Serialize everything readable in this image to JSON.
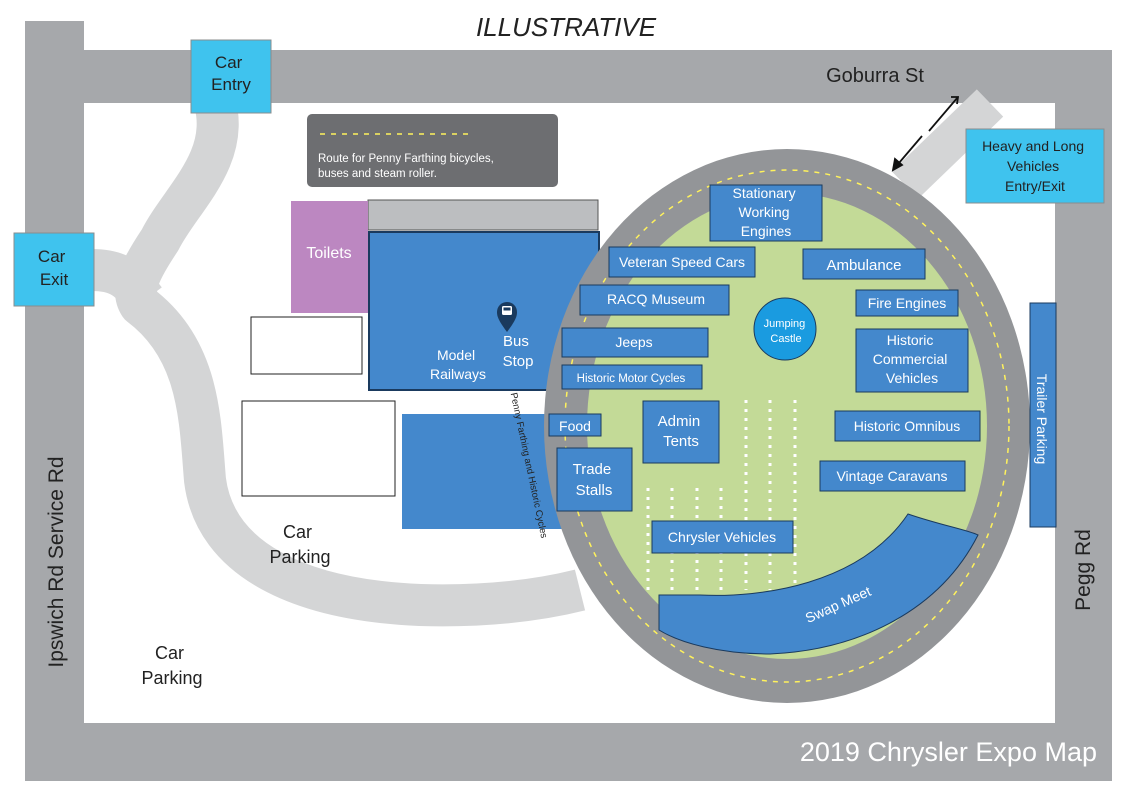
{
  "title": "2019 Chrysler Expo Map",
  "illustrative_label": "ILLUSTRATIVE",
  "roads": {
    "goburra": "Goburra St",
    "ipswich": "Ipswich Rd Service Rd",
    "pegg": "Pegg Rd"
  },
  "gates": {
    "car_entry": [
      "Car",
      "Entry"
    ],
    "car_exit": [
      "Car",
      "Exit"
    ],
    "heavy": [
      "Heavy and Long",
      "Vehicles",
      "Entry/Exit"
    ]
  },
  "legend": {
    "lines": [
      "Route for Penny Farthing bicycles,",
      "buses and steam roller."
    ]
  },
  "areas": {
    "toilets": "Toilets",
    "model_railways": [
      "Model",
      "Railways"
    ],
    "bus_stop": [
      "Bus",
      "Stop"
    ],
    "car_parking_1": [
      "Car",
      "Parking"
    ],
    "car_parking_2": [
      "Car",
      "Parking"
    ],
    "trailer_parking": "Trailer Parking",
    "track_label": "Penny Farthing and Historic Cycles"
  },
  "exhibits": {
    "stationary": [
      "Stationary",
      "Working",
      "Engines"
    ],
    "veteran": "Veteran Speed Cars",
    "ambulance": "Ambulance",
    "racq": "RACQ Museum",
    "fire": "Fire Engines",
    "jumping": [
      "Jumping",
      "Castle"
    ],
    "jeeps": "Jeeps",
    "historic_commercial": [
      "Historic",
      "Commercial",
      "Vehicles"
    ],
    "motor_cycles": "Historic Motor Cycles",
    "admin": [
      "Admin",
      "Tents"
    ],
    "food": "Food",
    "historic_omnibus": "Historic Omnibus",
    "trade": [
      "Trade",
      "Stalls"
    ],
    "vintage": "Vintage Caravans",
    "chrysler": "Chrysler Vehicles",
    "swap": "Swap Meet"
  },
  "colors": {
    "road": "#a6a8ab",
    "track": "#939598",
    "green": "#c3da97",
    "exhibit_blue": "#4488cc",
    "gate_cyan": "#3fc3ee",
    "toilets": "#bc87c1",
    "legend_box": "#6d6e71",
    "path": "#d4d5d6",
    "dash": "#fff25c"
  },
  "icons": [
    "bus-stop-marker-icon",
    "double-arrow-icon"
  ]
}
